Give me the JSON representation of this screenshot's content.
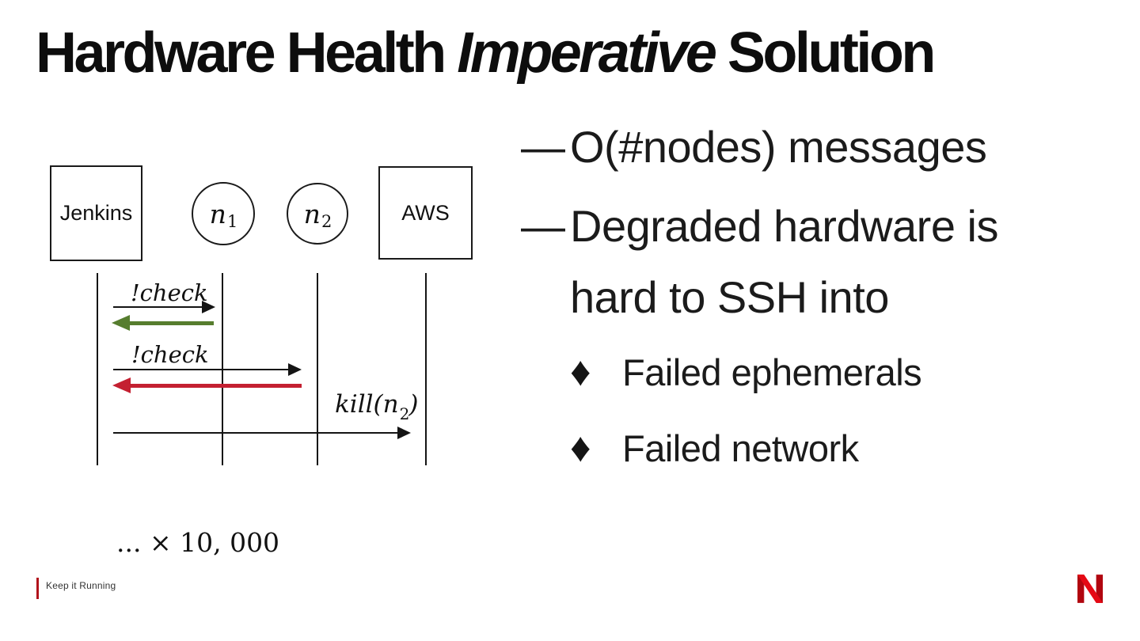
{
  "slide": {
    "title": {
      "prefix": "Hardware Health ",
      "emphasis": "Imperative",
      "suffix": " Solution"
    }
  },
  "diagram": {
    "actors": [
      {
        "id": "jenkins",
        "shape": "rect",
        "label": "Jenkins"
      },
      {
        "id": "n1",
        "shape": "circle",
        "label": "n",
        "sub": "1"
      },
      {
        "id": "n2",
        "shape": "circle",
        "label": "n",
        "sub": "2"
      },
      {
        "id": "aws",
        "shape": "rect",
        "label": "AWS"
      }
    ],
    "messages": [
      {
        "from": "jenkins",
        "to": "n1",
        "label": "!check",
        "color": "#141414",
        "direction": "right"
      },
      {
        "from": "n1",
        "to": "jenkins",
        "label": "",
        "color": "#567d2e",
        "direction": "left"
      },
      {
        "from": "jenkins",
        "to": "n2",
        "label": "!check",
        "color": "#141414",
        "direction": "right"
      },
      {
        "from": "n2",
        "to": "jenkins",
        "label": "",
        "color": "#c42031",
        "direction": "left"
      },
      {
        "from": "jenkins",
        "to": "aws",
        "label_prefix": "kill(n",
        "label_sub": "2",
        "label_suffix": ")",
        "color": "#141414",
        "direction": "right"
      }
    ],
    "multiplier": "... × 10, 000"
  },
  "bullets": {
    "items": [
      {
        "marker": "—",
        "text": "O(#nodes) messages",
        "level": 1
      },
      {
        "marker": "—",
        "text": "Degraded hardware is",
        "level": 1
      },
      {
        "marker": "",
        "text": "hard to SSH into",
        "level": 1
      },
      {
        "marker": "♦",
        "text": "Failed ephemerals",
        "level": 2
      },
      {
        "marker": "♦",
        "text": "Failed network",
        "level": 2
      }
    ]
  },
  "footer": {
    "label": "Keep it Running"
  },
  "colors": {
    "arrow_green": "#567d2e",
    "arrow_red": "#c42031",
    "footer_bar_red": "#b1121b",
    "netflix_red": "#e50914",
    "netflix_dark_red": "#b1060f"
  }
}
